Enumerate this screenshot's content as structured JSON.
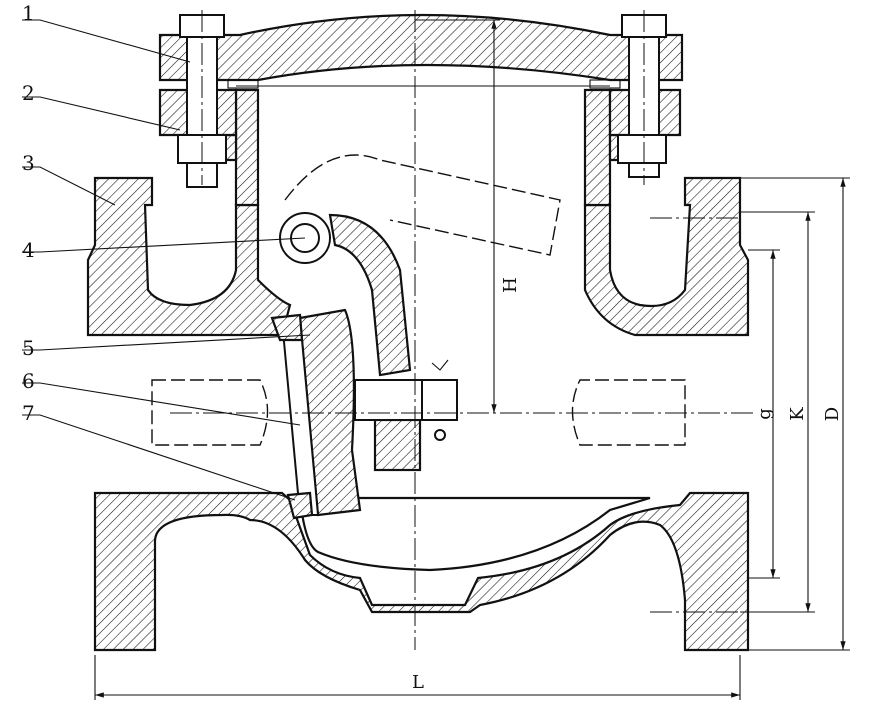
{
  "title": "Swing check valve sectional drawing",
  "part_labels": [
    "1",
    "2",
    "3",
    "4",
    "5",
    "6",
    "7"
  ],
  "dimensions": {
    "height": "H",
    "length": "L",
    "bore": "g",
    "bolt_circle": "K",
    "flange_diameter": "D"
  },
  "colors": {
    "line": "#111111",
    "background": "#ffffff"
  }
}
